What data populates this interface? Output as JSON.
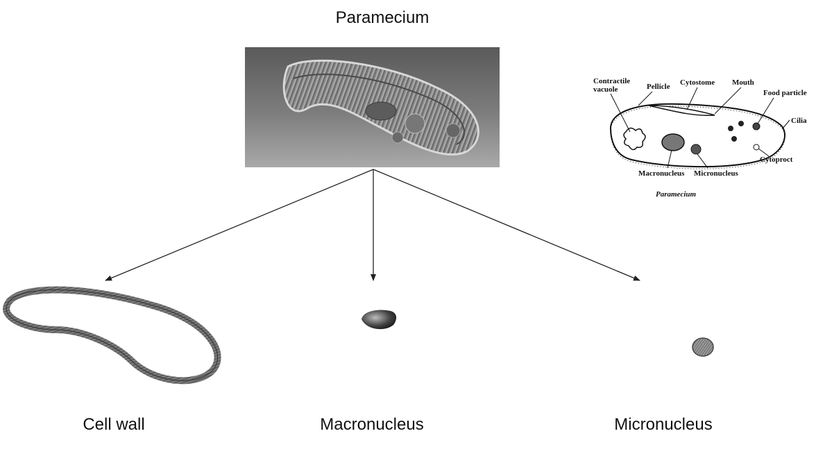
{
  "title": "Paramecium",
  "extracted_labels": {
    "cell_wall": "Cell wall",
    "macronucleus": "Macronucleus",
    "micronucleus": "Micronucleus"
  },
  "schematic": {
    "title": "Paramecium",
    "labels": {
      "contractile_vacuole_line1": "Contractile",
      "contractile_vacuole_line2": "vacuole",
      "pellicle": "Pellicle",
      "cytostome": "Cytostome",
      "mouth": "Mouth",
      "food_particle": "Food particle",
      "cilia": "Cilia",
      "cytoproct": "Cytoproct",
      "macronucleus": "Macronucleus",
      "micronucleus": "Micronucleus"
    }
  },
  "colors": {
    "arrow": "#222222",
    "micrograph_bg": "#6e6e6e"
  }
}
